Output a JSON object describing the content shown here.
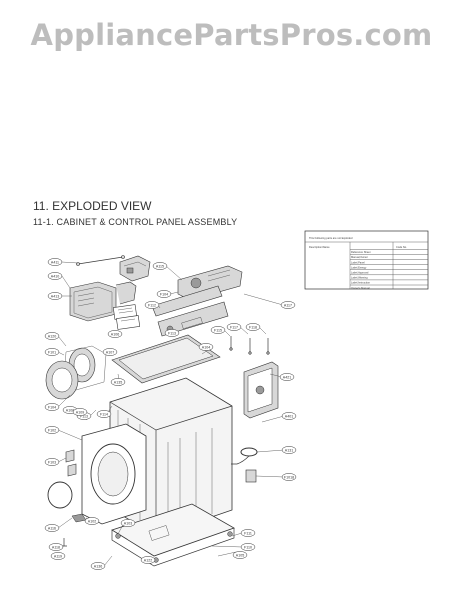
{
  "watermark": {
    "text": "AppliancePartsPros.com"
  },
  "document": {
    "section_title": "11. EXPLODED VIEW",
    "section_subtitle": "11-1. CABINET & CONTROL PANEL ASSEMBLY"
  },
  "legend_box": {
    "heading": "This Following parts are not Exploded",
    "rows": [
      [
        "Description/Name",
        "Code No."
      ],
      [
        "Reference Sheet",
        ""
      ],
      [
        "Manual,Owner",
        ""
      ],
      [
        "Label,Panel",
        ""
      ],
      [
        "Label,Energy",
        ""
      ],
      [
        "Label,Approval",
        ""
      ],
      [
        "Label,Warning",
        ""
      ],
      [
        "Label,Instruction",
        ""
      ],
      [
        "Owner's Manual",
        ""
      ]
    ]
  },
  "callouts": [
    "A411",
    "A410",
    "A413",
    "A120",
    "F101",
    "F104",
    "F102",
    "F103",
    "A116",
    "A115",
    "F104",
    "F112",
    "F113",
    "F115",
    "F117",
    "F118",
    "A117",
    "A421",
    "A401",
    "A131",
    "F1018",
    "F111",
    "F110",
    "F114",
    "F113",
    "A135",
    "A136",
    "A102",
    "A103",
    "A104",
    "A105",
    "A106",
    "A107",
    "A108",
    "A109",
    "A118",
    "A119",
    "A122"
  ],
  "colors": {
    "watermark": "#bdbdbd",
    "line": "#3a3a3a",
    "paper": "#ffffff"
  }
}
